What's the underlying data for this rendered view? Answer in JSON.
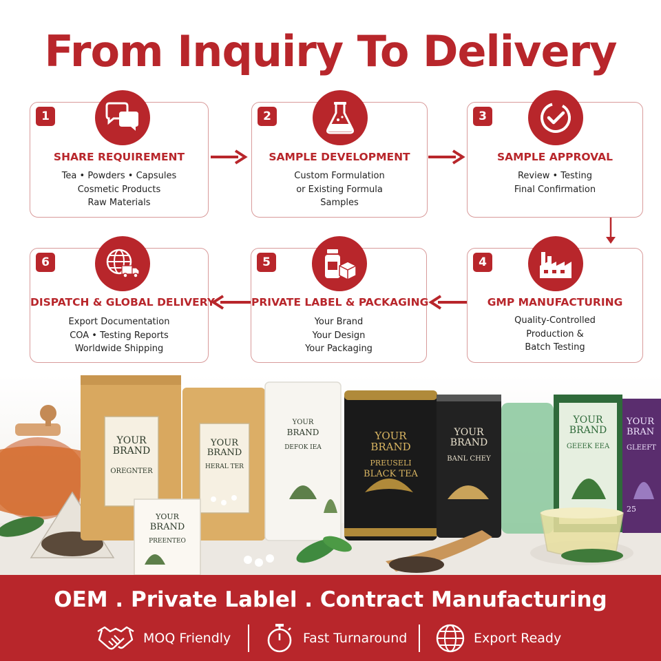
{
  "title": "From Inquiry To Delivery",
  "steps": [
    {
      "num": "1",
      "title": "SHARE REQUIREMENT",
      "lines": [
        "Tea • Powders • Capsules",
        "Cosmetic Products",
        "Raw Materials"
      ]
    },
    {
      "num": "2",
      "title": "SAMPLE DEVELOPMENT",
      "lines": [
        "Custom Formulation",
        "or Existing Formula",
        "Samples"
      ]
    },
    {
      "num": "3",
      "title": "SAMPLE APPROVAL",
      "lines": [
        "Review • Testing",
        "Final Confirmation"
      ]
    },
    {
      "num": "4",
      "title": "GMP MANUFACTURING",
      "lines": [
        "Quality-Controlled",
        "Production &",
        "Batch Testing"
      ]
    },
    {
      "num": "5",
      "title": "PRIVATE LABEL & PACKAGING",
      "lines": [
        "Your Brand",
        "Your Design",
        "Your Packaging"
      ]
    },
    {
      "num": "6",
      "title": "DISPATCH & GLOBAL DELIVERY",
      "lines": [
        "Export Documentation",
        "COA • Testing Reports",
        "Worldwide Shipping"
      ]
    }
  ],
  "products": {
    "pouch1": [
      "YOUR",
      "BRAND",
      "OREGNTER"
    ],
    "pouch2": [
      "YOUR",
      "BRAND",
      "HERAL TER"
    ],
    "pouch3": [
      "YOUR",
      "BRAND",
      "DEFOK IEA"
    ],
    "sachet": [
      "YOUR",
      "BRAND",
      "PREENTEO"
    ],
    "tin1": [
      "YOUR",
      "BRAND",
      "PREUSELI",
      "BLACK TEA"
    ],
    "tin2": [
      "YOUR",
      "BRAND",
      "BANL CHEY"
    ],
    "box1": [
      "YOUR",
      "BRAND",
      "GEEEK EEA"
    ],
    "box2": [
      "YOUR",
      "BRAN",
      "GLEEFT",
      "25"
    ]
  },
  "banner": {
    "title": "OEM . Private Lablel . Contract Manufacturing",
    "features": [
      {
        "label": "MOQ Friendly",
        "icon": "handshake-icon"
      },
      {
        "label": "Fast Turnaround",
        "icon": "stopwatch-icon"
      },
      {
        "label": "Export Ready",
        "icon": "globe-icon"
      }
    ]
  },
  "colors": {
    "brand": "#b8262b",
    "card_border": "#d89a9a"
  }
}
